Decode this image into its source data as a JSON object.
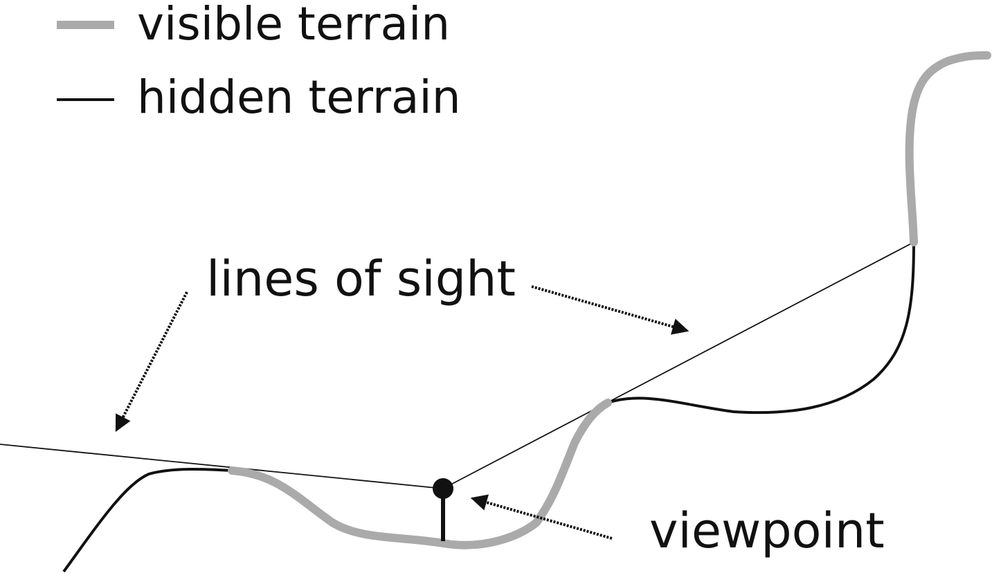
{
  "legend": {
    "visible_label": "visible terrain",
    "hidden_label": "hidden terrain"
  },
  "annotations": {
    "lines_of_sight": "lines of sight",
    "viewpoint": "viewpoint"
  },
  "colors": {
    "visible_terrain": "#aaaaaa",
    "hidden_terrain": "#111111",
    "sight_line": "#111111",
    "background": "#ffffff"
  }
}
